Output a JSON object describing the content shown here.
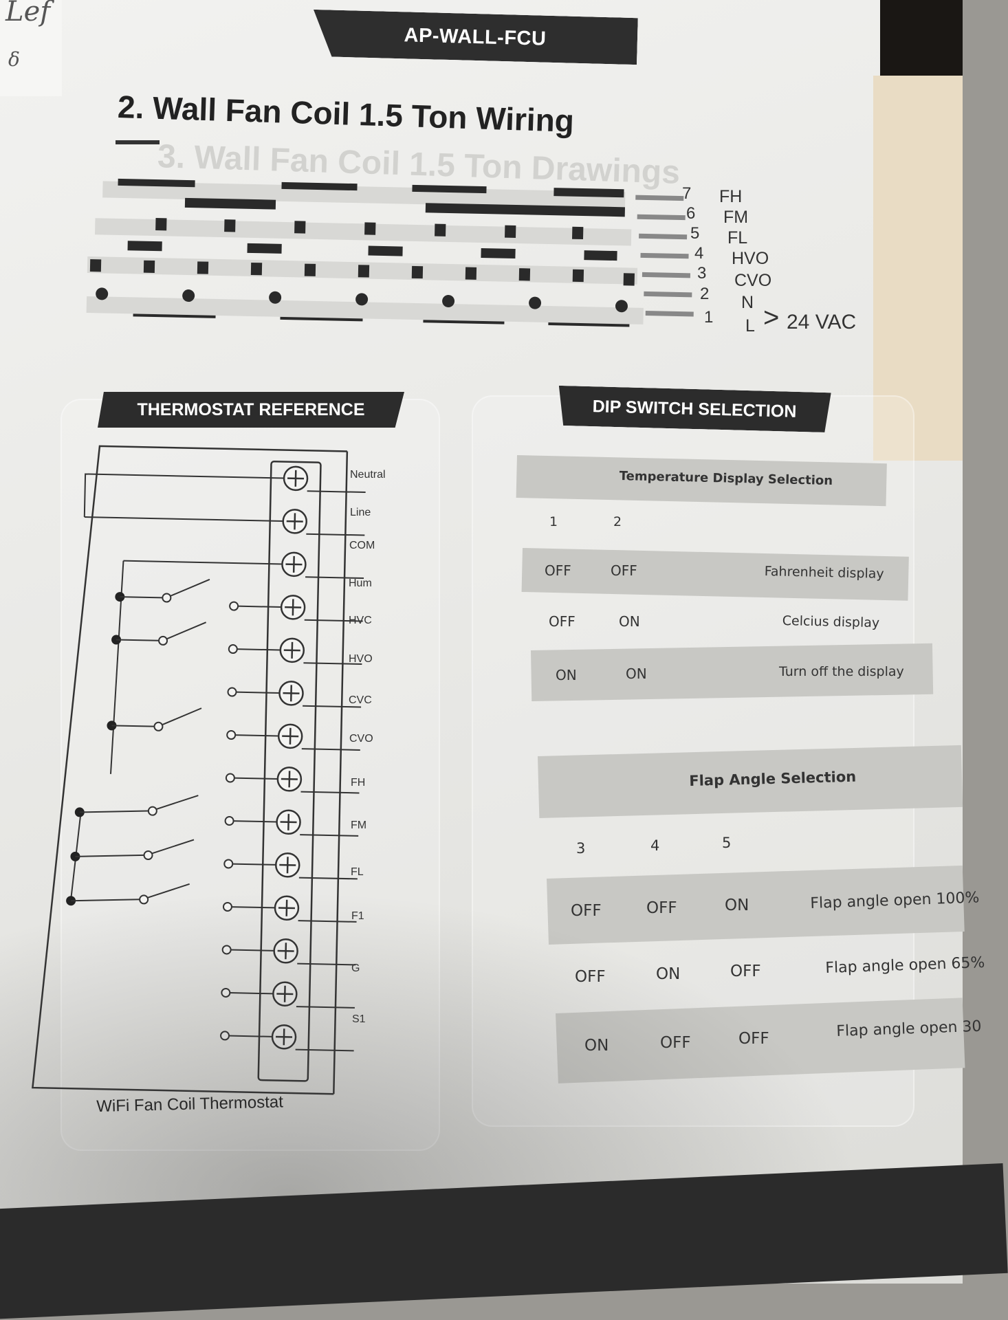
{
  "header_tab": "AP-WALL-FCU",
  "page_title": "2. Wall Fan Coil 1.5 Ton Wiring",
  "background_ghost_title": "3. Wall Fan Coil 1.5 Ton Drawings",
  "margin_scribble": {
    "top": "Lef",
    "mark": "δ"
  },
  "terminals": [
    {
      "num": "7",
      "name": "FH"
    },
    {
      "num": "6",
      "name": "FM"
    },
    {
      "num": "5",
      "name": "FL"
    },
    {
      "num": "4",
      "name": "HVO"
    },
    {
      "num": "3",
      "name": "CVO"
    },
    {
      "num": "2",
      "name": "N"
    },
    {
      "num": "1",
      "name": "L"
    }
  ],
  "supply_label": "24 VAC",
  "thermostat_reference": {
    "heading": "THERMOSTAT REFERENCE",
    "terminals": [
      "Neutral",
      "Line",
      "COM",
      "Hum",
      "HVC",
      "HVO",
      "CVC",
      "CVO",
      "FH",
      "FM",
      "FL",
      "F1",
      "G",
      "S1"
    ],
    "caption": "WiFi Fan Coil Thermostat"
  },
  "dip_switch_selection": {
    "heading": "DIP SWITCH SELECTION",
    "temperature_display": {
      "title": "Temperature Display Selection",
      "columns": [
        "1",
        "2"
      ],
      "rows": [
        {
          "s1": "OFF",
          "s2": "OFF",
          "result": "Fahrenheit display"
        },
        {
          "s1": "OFF",
          "s2": "ON",
          "result": "Celcius display"
        },
        {
          "s1": "ON",
          "s2": "ON",
          "result": "Turn off the display"
        }
      ]
    },
    "flap_angle": {
      "title": "Flap Angle Selection",
      "columns": [
        "3",
        "4",
        "5"
      ],
      "rows": [
        {
          "s3": "OFF",
          "s4": "OFF",
          "s5": "ON",
          "result": "Flap angle open 100%"
        },
        {
          "s3": "OFF",
          "s4": "ON",
          "s5": "OFF",
          "result": "Flap angle open 65%"
        },
        {
          "s3": "ON",
          "s4": "OFF",
          "s5": "OFF",
          "result": "Flap angle open 30"
        }
      ]
    }
  }
}
